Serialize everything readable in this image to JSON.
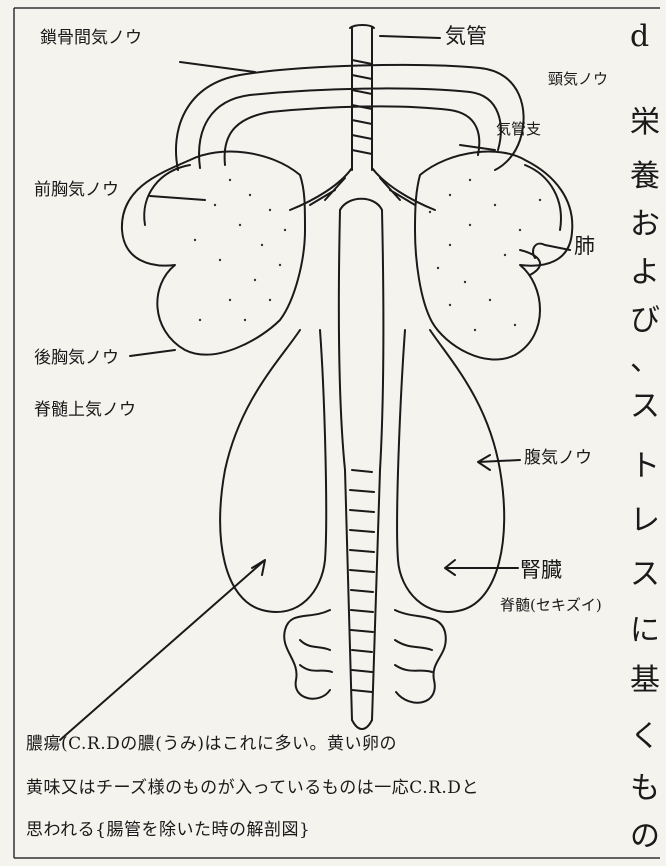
{
  "labels": {
    "trachea": "気管",
    "interclavicular_air_sac": "鎖骨間気ノウ",
    "cervical_air_sac": "頸気ノウ",
    "bronchus": "気管支",
    "anterior_thoracic_air_sac": "前胸気ノウ",
    "lung": "肺",
    "posterior_thoracic_air_sac": "後胸気ノウ",
    "spinal_upper_air_sac": "脊髄上気ノウ",
    "abdominal_air_sac": "腹気ノウ",
    "kidney": "腎臓",
    "spinal_cord": "脊髄(セキズイ)"
  },
  "caption": {
    "line1": "膿瘍(C.R.Dの膿(うみ)はこれに多い。黄い卵の",
    "line2": "黄味又はチーズ様のものが入っているものは一応C.R.Dと",
    "line3": "思われる{腸管を除いた時の解剖図}"
  },
  "side_text": {
    "letter_d": "d",
    "chars": [
      "栄",
      "養",
      "お",
      "よ",
      "び",
      "、",
      "ス",
      "ト",
      "レ",
      "ス",
      "に",
      "基",
      "く",
      "も",
      "の"
    ]
  }
}
